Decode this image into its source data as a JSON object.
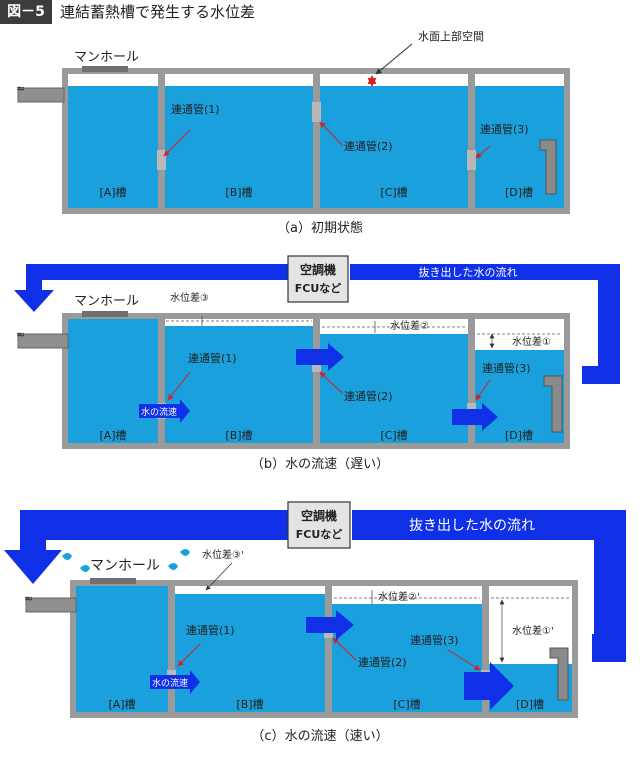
{
  "header": {
    "badge": "図－5",
    "title": "連結蓄熱槽で発生する水位差"
  },
  "panel_a": {
    "manhole": "マンホール",
    "headspace": "水面上部空間",
    "pipe1": "連通管(1)",
    "pipe2": "連通管(2)",
    "pipe3": "連通管(3)",
    "tankA": "[A]槽",
    "tankB": "[B]槽",
    "tankC": "[C]槽",
    "tankD": "[D]槽",
    "caption": "（a）初期状態"
  },
  "panel_b": {
    "fcu1": "空調機",
    "fcu2": "FCUなど",
    "flow_out": "抜き出した水の流れ",
    "manhole": "マンホール",
    "diff3": "水位差③",
    "diff2": "水位差②",
    "diff1": "水位差①",
    "pipe1": "連通管(1)",
    "pipe2": "連通管(2)",
    "pipe3": "連通管(3)",
    "velocity": "水の流速",
    "tankA": "[A]槽",
    "tankB": "[B]槽",
    "tankC": "[C]槽",
    "tankD": "[D]槽",
    "caption": "（b）水の流速（遅い）"
  },
  "panel_c": {
    "fcu1": "空調機",
    "fcu2": "FCUなど",
    "flow_out": "抜き出した水の流れ",
    "manhole": "マンホール",
    "diff3": "水位差③'",
    "diff2": "水位差②'",
    "diff1": "水位差①'",
    "pipe1": "連通管(1)",
    "pipe2": "連通管(2)",
    "pipe3": "連通管(3)",
    "velocity": "水の流速",
    "tankA": "[A]槽",
    "tankB": "[B]槽",
    "tankC": "[C]槽",
    "tankD": "[D]槽",
    "caption": "（c）水の流速（速い）"
  },
  "colors": {
    "water": "#1aa0dc",
    "flow": "#1030e8",
    "wall": "#8a8a8a",
    "pointer": "#d62222"
  }
}
